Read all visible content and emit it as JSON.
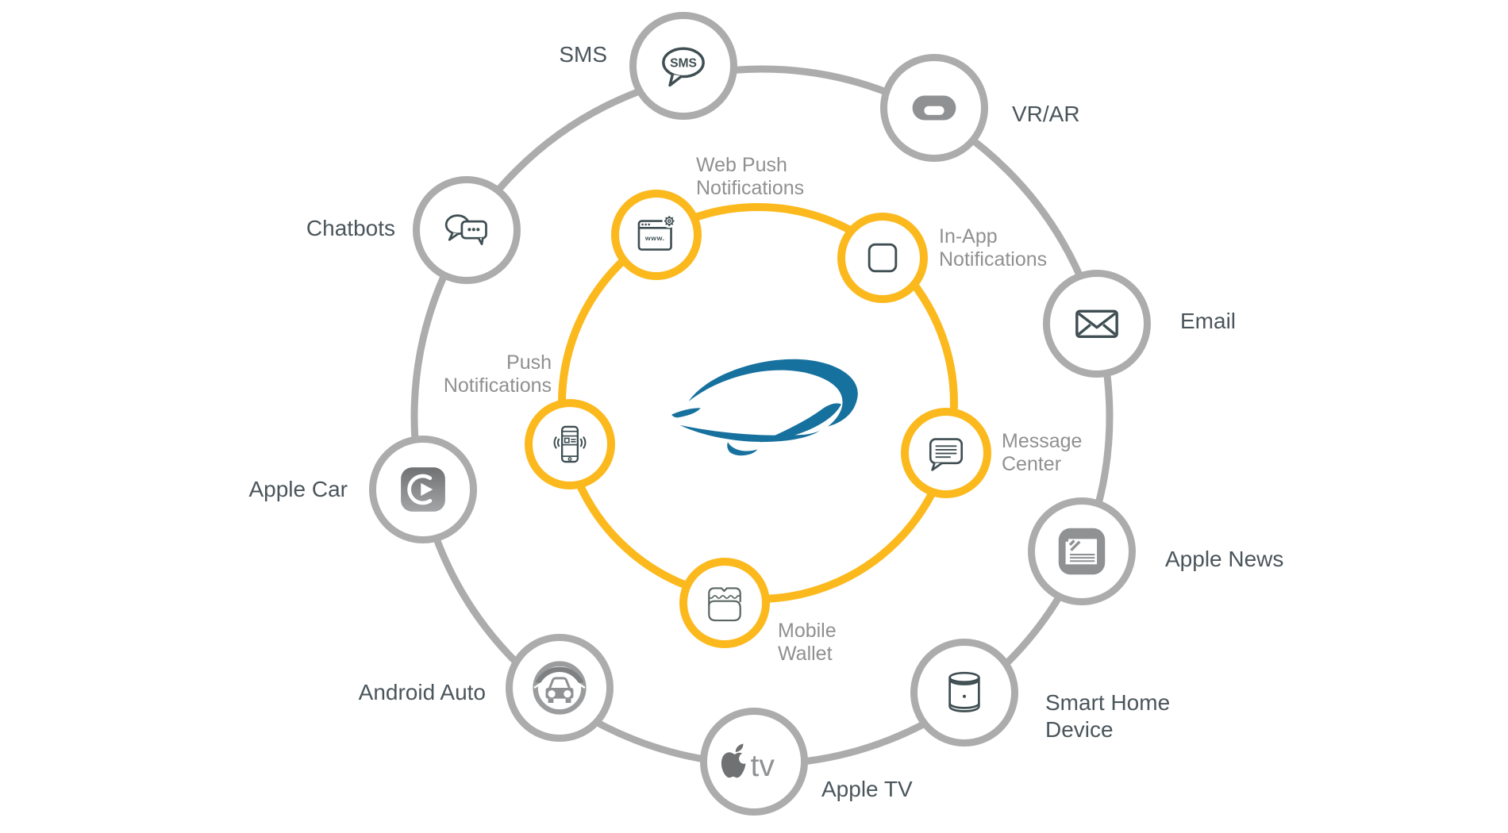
{
  "diagram": {
    "brand_colors": {
      "accent_yellow": "#FBB91E",
      "ring_gray": "#ACACAC",
      "icon_dark": "#3F4E52",
      "icon_gray": "#8F9193",
      "label_dark": "#4A555B",
      "label_gray": "#909090",
      "logo_blue": "#17719E"
    },
    "center_logo": {
      "icon": "airship-blimp-logo"
    },
    "outer_ring": {
      "ring_color": "#ACACAC",
      "nodes": [
        {
          "id": "sms",
          "label": "SMS",
          "icon": "sms-bubble-icon"
        },
        {
          "id": "vr-ar",
          "label": "VR/AR",
          "icon": "vr-headset-icon"
        },
        {
          "id": "email",
          "label": "Email",
          "icon": "envelope-icon"
        },
        {
          "id": "apple-news",
          "label": "Apple News",
          "icon": "apple-news-icon"
        },
        {
          "id": "smart-home",
          "label": "Smart Home Device",
          "icon": "smart-speaker-icon"
        },
        {
          "id": "apple-tv",
          "label": "Apple TV",
          "icon": "apple-tv-icon"
        },
        {
          "id": "android-auto",
          "label": "Android Auto",
          "icon": "android-auto-icon"
        },
        {
          "id": "apple-car",
          "label": "Apple Car",
          "icon": "carplay-icon"
        },
        {
          "id": "chatbots",
          "label": "Chatbots",
          "icon": "chat-bubbles-icon"
        }
      ]
    },
    "inner_ring": {
      "ring_color": "#FBB91E",
      "nodes": [
        {
          "id": "web-push",
          "label": "Web Push Notifications",
          "icon": "browser-gear-icon"
        },
        {
          "id": "in-app",
          "label": "In-App Notifications",
          "icon": "rounded-square-icon"
        },
        {
          "id": "message-center",
          "label": "Message Center",
          "icon": "message-list-icon"
        },
        {
          "id": "mobile-wallet",
          "label": "Mobile Wallet",
          "icon": "wallet-icon"
        },
        {
          "id": "push-notifications",
          "label": "Push Notifications",
          "icon": "phone-alert-icon"
        }
      ]
    },
    "icon_texts": {
      "sms": "SMS",
      "web": "www.",
      "tv": "tv"
    }
  }
}
